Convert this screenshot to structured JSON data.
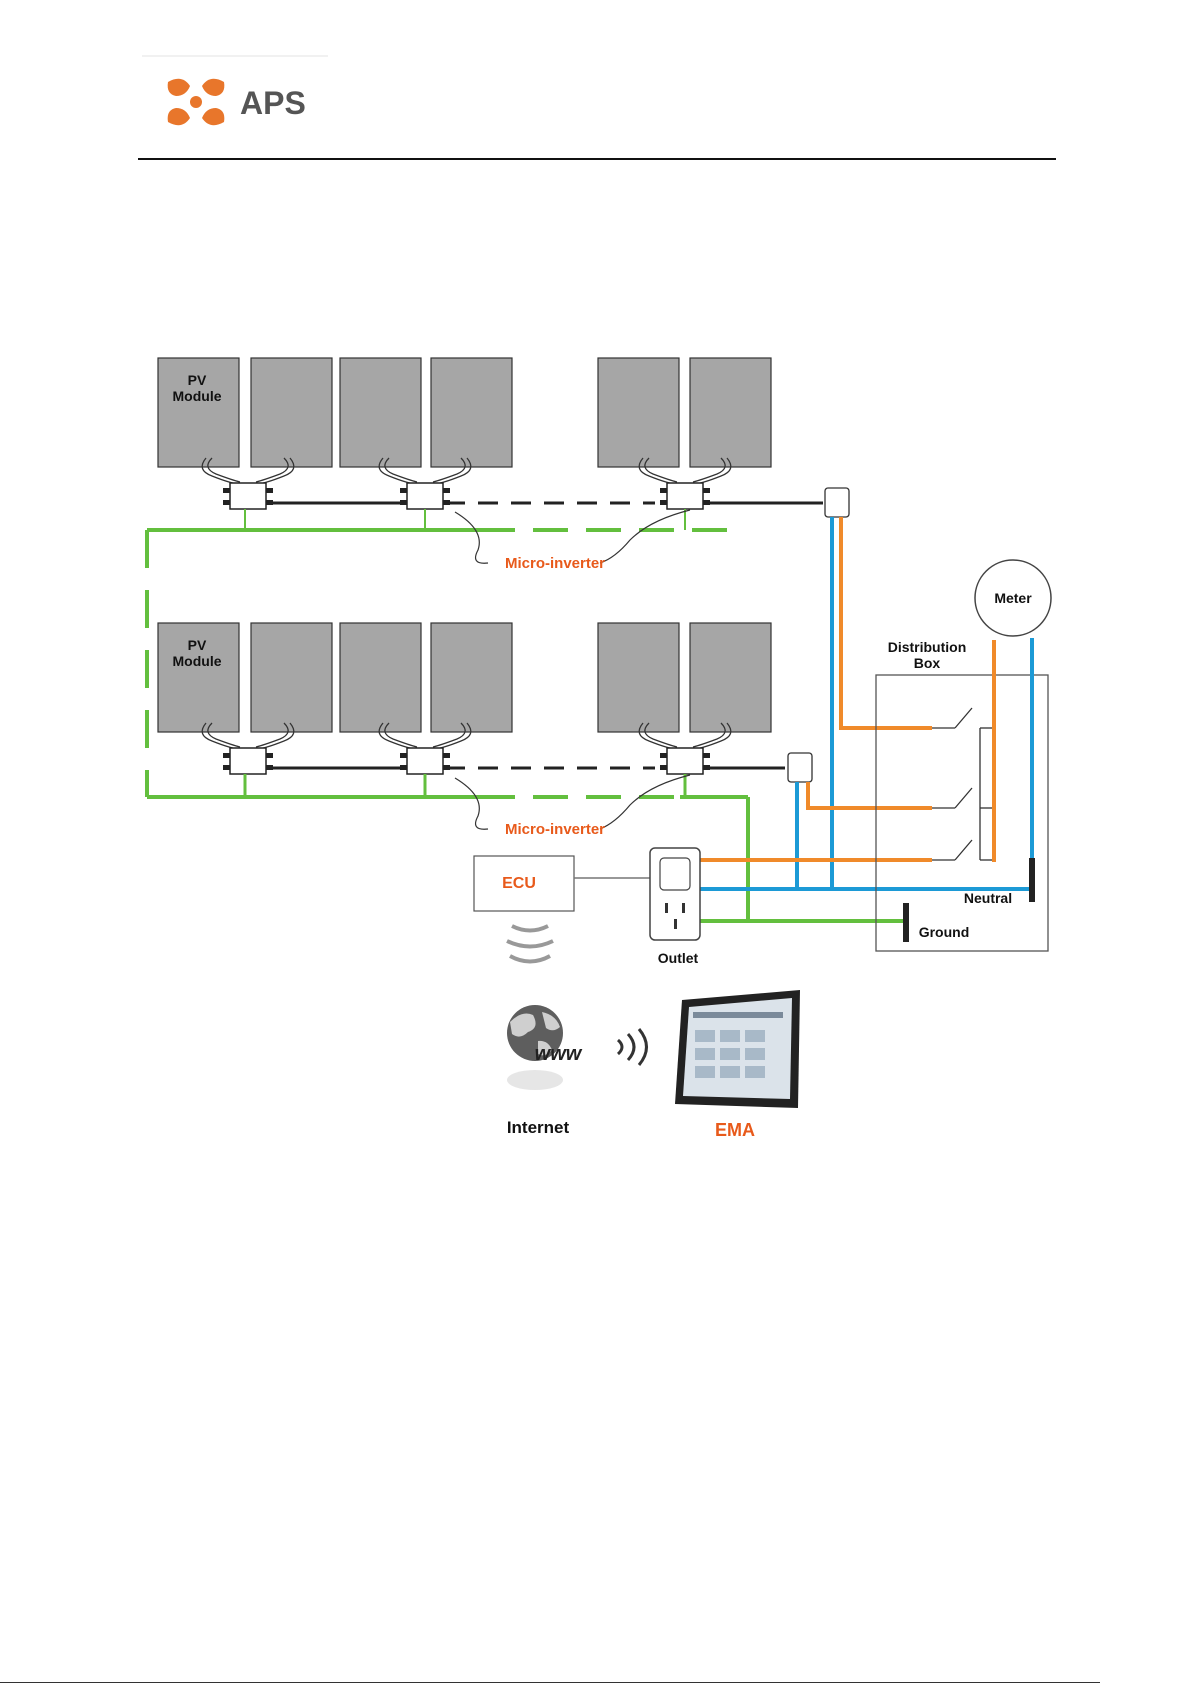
{
  "brand": {
    "name": "APS",
    "color": "#e8762b"
  },
  "colors": {
    "phase": "#f08a2a",
    "neutral": "#1c9ad6",
    "ground": "#63bf3e",
    "accent_text": "#e85a1b"
  },
  "labels": {
    "pv_module": [
      "PV",
      "Module"
    ],
    "micro_inverter": "Micro-inverter",
    "meter": "Meter",
    "distribution_box": [
      "Distribution",
      "Box"
    ],
    "ecu": "ECU",
    "neutral": "Neutral",
    "ground": "Ground",
    "outlet": "Outlet",
    "internet": "Internet",
    "www": "www",
    "ema": "EMA"
  }
}
